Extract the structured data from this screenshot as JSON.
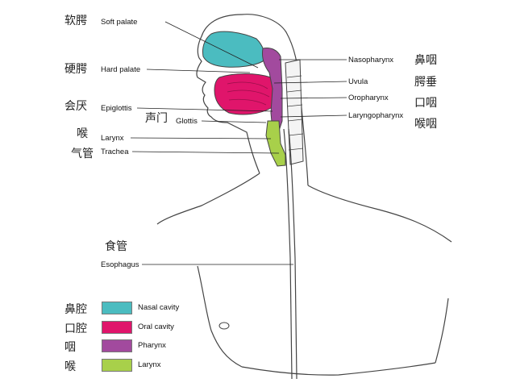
{
  "labels": {
    "soft_palate": "Soft palate",
    "hard_palate": "Hard palate",
    "epiglottis": "Epiglottis",
    "glottis": "Glottis",
    "larynx": "Larynx",
    "trachea": "Trachea",
    "esophagus": "Esophagus",
    "nasopharynx": "Nasopharynx",
    "uvula": "Uvula",
    "oropharynx": "Oropharynx",
    "laryngopharynx": "Laryngopharynx"
  },
  "chinese": {
    "soft_palate": "软腭",
    "hard_palate": "硬腭",
    "epiglottis": "会厌",
    "glottis": "声门",
    "larynx": "喉",
    "trachea": "气管",
    "esophagus": "食管",
    "nasopharynx": "鼻咽",
    "uvula": "腭垂",
    "oropharynx": "口咽",
    "laryngopharynx": "喉咽"
  },
  "legend": [
    {
      "zh": "鼻腔",
      "label": "Nasal cavity",
      "color": "#4bbcc0"
    },
    {
      "zh": "口腔",
      "label": "Oral cavity",
      "color": "#e0156b"
    },
    {
      "zh": "咽",
      "label": "Pharynx",
      "color": "#a24a9e"
    },
    {
      "zh": "喉",
      "label": "Larynx",
      "color": "#a8d04a"
    }
  ],
  "colors": {
    "nasal": "#4bbcc0",
    "oral": "#e0156b",
    "pharynx": "#a24a9e",
    "larynx": "#a8d04a",
    "outline": "#444444"
  }
}
